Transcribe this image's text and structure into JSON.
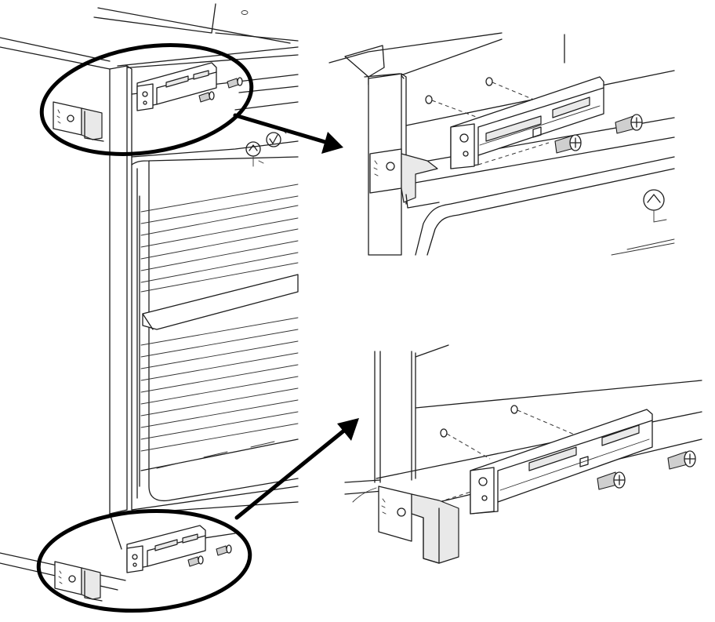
{
  "figure": {
    "type": "technical-installation-diagram",
    "panels": [
      "overview",
      "top-detail",
      "bottom-detail"
    ],
    "callouts": [
      "top-mounting-bracket",
      "bottom-mounting-bracket"
    ],
    "colors": {
      "line": "#1e1e1e",
      "callout": "#000000",
      "background": "#ffffff"
    }
  }
}
